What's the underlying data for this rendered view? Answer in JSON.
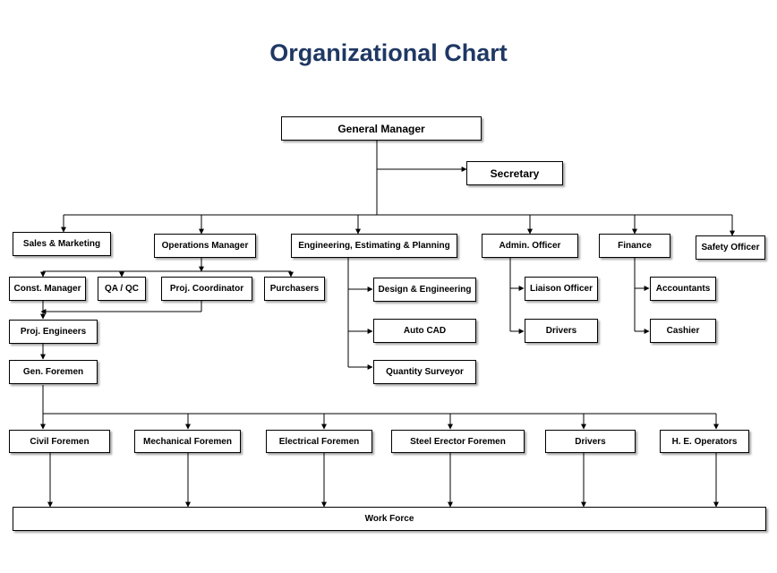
{
  "title": "Organizational Chart",
  "nodes": {
    "general_manager": "General Manager",
    "secretary": "Secretary",
    "sales_marketing": "Sales & Marketing",
    "operations_manager": "Operations  Manager",
    "engineering": "Engineering, Estimating & Planning",
    "admin_officer": "Admin. Officer",
    "finance": "Finance",
    "safety_officer": "Safety Officer",
    "const_manager": "Const. Manager",
    "qa_qc": "QA / QC",
    "proj_coordinator": "Proj.  Coordinator",
    "purchasers": "Purchasers",
    "design_engineering": "Design & Engineering",
    "auto_cad": "Auto CAD",
    "quantity_surveyor": "Quantity Surveyor",
    "liaison_officer": "Liaison Officer",
    "drivers_admin": "Drivers",
    "accountants": "Accountants",
    "cashier": "Cashier",
    "proj_engineers": "Proj.  Engineers",
    "gen_foremen": "Gen. Foremen",
    "civil_foremen": "Civil Foremen",
    "mechanical_foremen": "Mechanical Foremen",
    "electrical_foremen": "Electrical Foremen",
    "steel_erector_foremen": "Steel Erector Foremen",
    "drivers": "Drivers",
    "he_operators": "H. E. Operators",
    "work_force": "Work Force"
  }
}
